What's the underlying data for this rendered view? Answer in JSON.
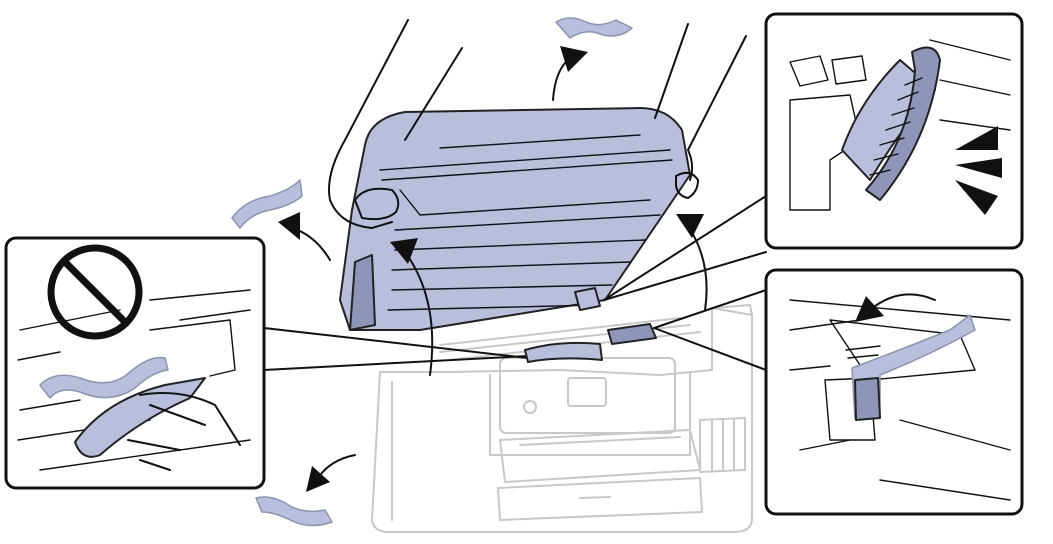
{
  "colors": {
    "background": "#ffffff",
    "outline": "#111111",
    "printer_body": "#c8c8c8",
    "scanner_unit": "#b9bedc",
    "tape": "#b9bedc",
    "shading": "#8f95b8"
  },
  "icons": {
    "prohibition": "prohibition-icon",
    "open_direction": "curved-arrow-icon",
    "attention": "sound-burst-icon"
  },
  "insets": [
    {
      "name": "prohibition-inset"
    },
    {
      "name": "roller-detail-inset"
    },
    {
      "name": "tape-removal-inset"
    }
  ]
}
